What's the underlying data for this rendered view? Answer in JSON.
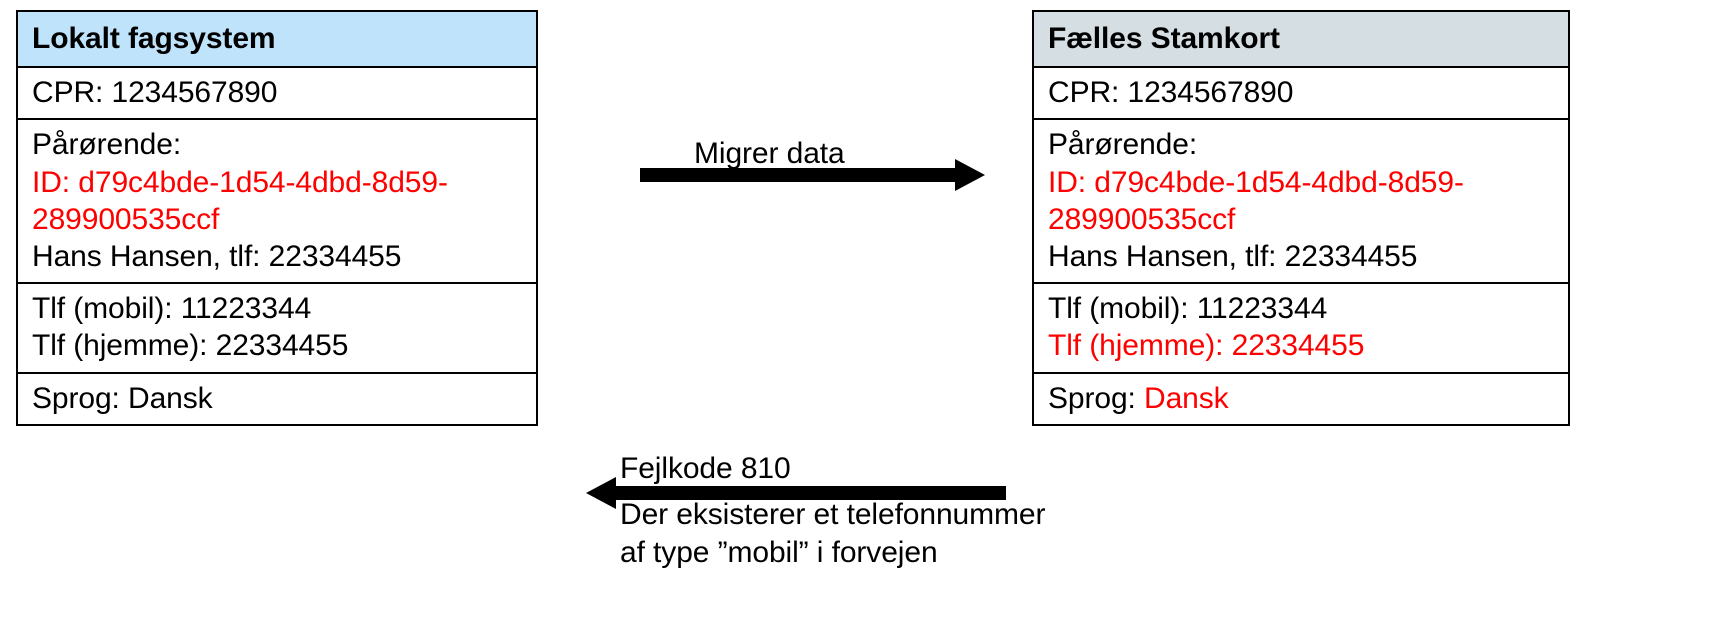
{
  "diagram": {
    "title_left": "Lokalt fagsystem",
    "title_right": "Fælles Stamkort",
    "accent_left_header": "#BFE3FB",
    "accent_right_header": "#D5DEE2",
    "highlight_color": "#FF0000",
    "text_color": "#000000"
  },
  "left_system": {
    "header": "Lokalt fagsystem",
    "rows": {
      "cpr": "CPR: 1234567890",
      "relative_label": "Pårørende:",
      "relative_id_line1": "ID: d79c4bde-1d54-4dbd-8d59-",
      "relative_id_line2": "289900535ccf",
      "relative_name": "Hans Hansen, tlf: 22334455",
      "phone_mobile": "Tlf (mobil): 11223344",
      "phone_home": "Tlf (hjemme): 22334455",
      "language_label": "Sprog: ",
      "language_value": "Dansk"
    }
  },
  "right_system": {
    "header": "Fælles Stamkort",
    "rows": {
      "cpr": "CPR: 1234567890",
      "relative_label": "Pårørende:",
      "relative_id_line1": "ID: d79c4bde-1d54-4dbd-8d59-",
      "relative_id_line2": "289900535ccf",
      "relative_name": "Hans Hansen, tlf: 22334455",
      "phone_mobile": "Tlf (mobil): 11223344",
      "phone_home": "Tlf (hjemme): 22334455",
      "language_label": "Sprog: ",
      "language_value": "Dansk"
    }
  },
  "flows": {
    "migrate_label": "Migrer data",
    "error_code": "Fejlkode 810",
    "error_description_line1": "Der eksisterer et telefonnummer",
    "error_description_line2": "af type ”mobil” i forvejen"
  }
}
